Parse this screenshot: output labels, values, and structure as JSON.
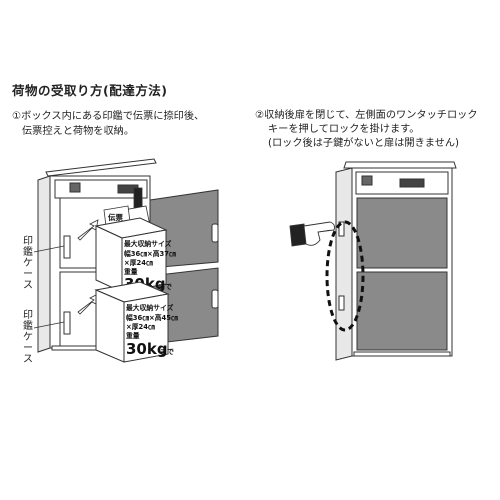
{
  "title": "荷物の受取り方(配達方法)",
  "step1": {
    "line1": "①ボックス内にある印鑑で伝票に捺印後、",
    "line2": "伝票控えと荷物を収納。"
  },
  "step2": {
    "line1": "②収納後扉を閉じて、左側面のワンタッチロック",
    "line2": "キーを押してロックを掛けます。",
    "line3": "(ロック後は子鍵がないと扉は開きません)"
  },
  "labels": {
    "stamp_case": "印鑑ケース",
    "slip": "伝票"
  },
  "upper_box": {
    "line1": "最大収納サイズ",
    "line2": "幅36㎝×高37㎝",
    "line3": "×厚24㎝",
    "line4": "重量",
    "weight": "30kg",
    "suffix": "まで"
  },
  "lower_box": {
    "line1": "最大収納サイズ",
    "line2": "幅36㎝×高45㎝",
    "line3": "×厚24㎝",
    "line4": "重量",
    "weight": "30kg",
    "suffix": "まで"
  },
  "colors": {
    "door_gray": "#8a8a8a",
    "line": "#333333"
  }
}
